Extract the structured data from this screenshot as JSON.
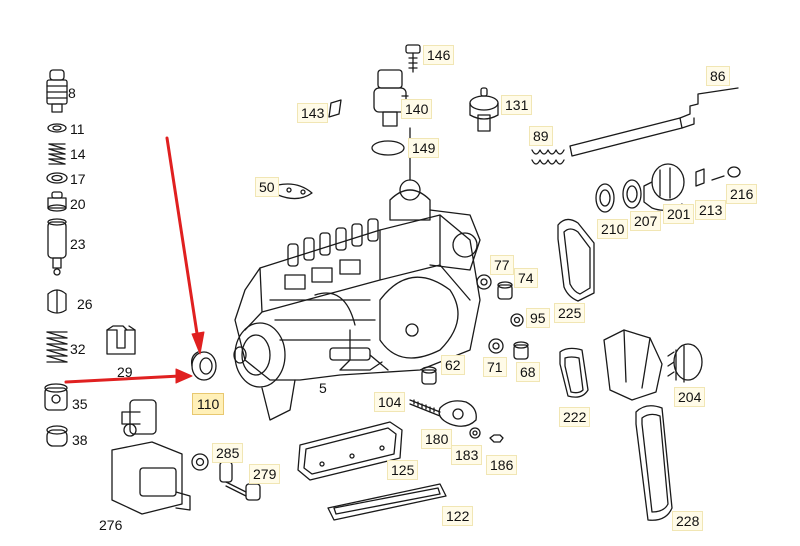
{
  "part_labels": {
    "p8": "8",
    "p11": "11",
    "p14": "14",
    "p17": "17",
    "p20": "20",
    "p23": "23",
    "p26": "26",
    "p29": "29",
    "p32": "32",
    "p35": "35",
    "p38": "38",
    "p50": "50",
    "p62": "62",
    "p68": "68",
    "p71": "71",
    "p74": "74",
    "p77": "77",
    "p86": "86",
    "p89": "89",
    "p95": "95",
    "p104": "104",
    "p110": "110",
    "p122": "122",
    "p125": "125",
    "p131": "131",
    "p140": "140",
    "p143": "143",
    "p146": "146",
    "p149": "149",
    "p180": "180",
    "p183": "183",
    "p186": "186",
    "p201": "201",
    "p204": "204",
    "p207": "207",
    "p210": "210",
    "p213": "213",
    "p216": "216",
    "p222": "222",
    "p225": "225",
    "p228": "228",
    "p276": "276",
    "p279": "279",
    "p285": "285",
    "p5": "5"
  },
  "highlight": {
    "part": "110",
    "arrow_color": "#e02020"
  },
  "colors": {
    "line": "#1a1a1a",
    "label_bg": "#fffbe8",
    "highlight_bg": "#fff0b8"
  }
}
